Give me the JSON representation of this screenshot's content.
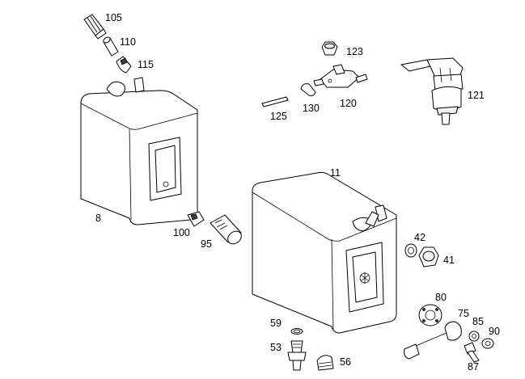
{
  "callouts": [
    {
      "id": "c105",
      "text": "105"
    },
    {
      "id": "c110",
      "text": "110"
    },
    {
      "id": "c115",
      "text": "115"
    },
    {
      "id": "c8",
      "text": "8"
    },
    {
      "id": "c100",
      "text": "100"
    },
    {
      "id": "c95",
      "text": "95"
    },
    {
      "id": "c123",
      "text": "123"
    },
    {
      "id": "c120",
      "text": "120"
    },
    {
      "id": "c130",
      "text": "130"
    },
    {
      "id": "c125",
      "text": "125"
    },
    {
      "id": "c121",
      "text": "121"
    },
    {
      "id": "c11",
      "text": "11"
    },
    {
      "id": "c42",
      "text": "42"
    },
    {
      "id": "c41",
      "text": "41"
    },
    {
      "id": "c80",
      "text": "80"
    },
    {
      "id": "c75",
      "text": "75"
    },
    {
      "id": "c85",
      "text": "85"
    },
    {
      "id": "c90",
      "text": "90"
    },
    {
      "id": "c87",
      "text": "87"
    },
    {
      "id": "c59",
      "text": "59"
    },
    {
      "id": "c53",
      "text": "53"
    },
    {
      "id": "c56",
      "text": "56"
    }
  ]
}
